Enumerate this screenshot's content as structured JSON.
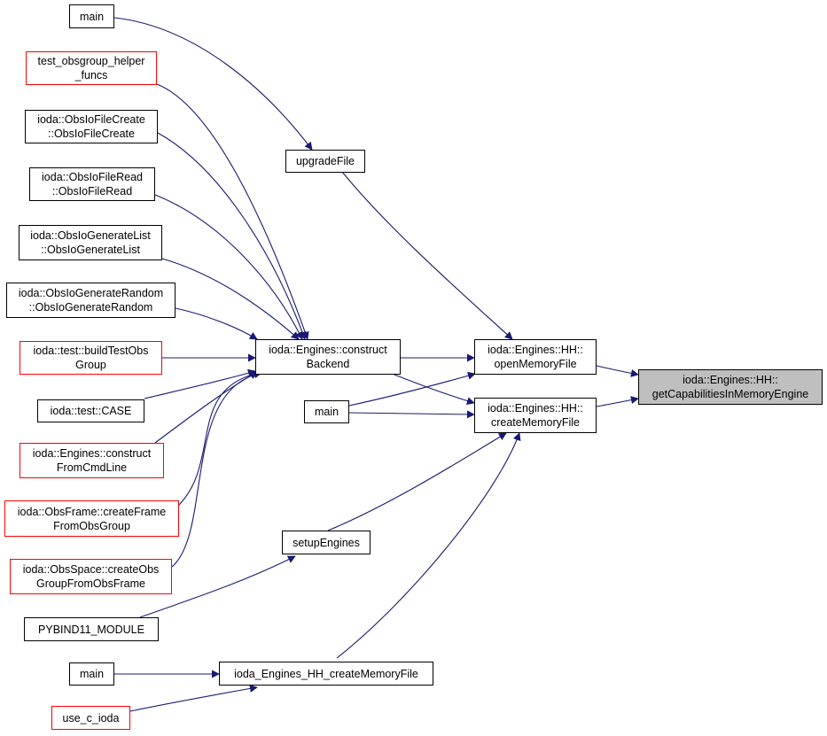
{
  "colors": {
    "edge": "#191970",
    "node_border": "#000000",
    "truncated_border": "#ff0000",
    "focus_fill": "#bfbfbf"
  },
  "nodes": {
    "main_top": [
      "main"
    ],
    "test_obsgroup": [
      "test_obsgroup_helper",
      "_funcs"
    ],
    "obsiofilecreate": [
      "ioda::ObsIoFileCreate",
      "::ObsIoFileCreate"
    ],
    "obsiofileread": [
      "ioda::ObsIoFileRead",
      "::ObsIoFileRead"
    ],
    "obsiogeneratelist": [
      "ioda::ObsIoGenerateList",
      "::ObsIoGenerateList"
    ],
    "obsiogeneraterandom": [
      "ioda::ObsIoGenerateRandom",
      "::ObsIoGenerateRandom"
    ],
    "buildtestobs": [
      "ioda::test::buildTestObs",
      "Group"
    ],
    "test_case": [
      "ioda::test::CASE"
    ],
    "construct_cmdline": [
      "ioda::Engines::construct",
      "FromCmdLine"
    ],
    "createframe": [
      "ioda::ObsFrame::createFrame",
      "FromObsGroup"
    ],
    "createobsgroup": [
      "ioda::ObsSpace::createObs",
      "GroupFromObsFrame"
    ],
    "pybind": [
      "PYBIND11_MODULE"
    ],
    "main_bottom": [
      "main"
    ],
    "use_c_ioda": [
      "use_c_ioda"
    ],
    "upgradefile": [
      "upgradeFile"
    ],
    "construct_backend": [
      "ioda::Engines::construct",
      "Backend"
    ],
    "main_mid": [
      "main"
    ],
    "setupengines": [
      "setupEngines"
    ],
    "c_createmem": [
      "ioda_Engines_HH_createMemoryFile"
    ],
    "openmem": [
      "ioda::Engines::HH::",
      "openMemoryFile"
    ],
    "createmem": [
      "ioda::Engines::HH::",
      "createMemoryFile"
    ],
    "getcaps": [
      "ioda::Engines::HH::",
      "getCapabilitiesInMemoryEngine"
    ]
  },
  "edges": [
    [
      "main_top",
      "upgradefile"
    ],
    [
      "test_obsgroup",
      "construct_backend"
    ],
    [
      "obsiofilecreate",
      "construct_backend"
    ],
    [
      "obsiofileread",
      "construct_backend"
    ],
    [
      "obsiogeneratelist",
      "construct_backend"
    ],
    [
      "obsiogeneraterandom",
      "construct_backend"
    ],
    [
      "buildtestobs",
      "construct_backend"
    ],
    [
      "test_case",
      "construct_backend"
    ],
    [
      "construct_cmdline",
      "construct_backend"
    ],
    [
      "createframe",
      "construct_backend"
    ],
    [
      "createobsgroup",
      "construct_backend"
    ],
    [
      "upgradefile",
      "openmem"
    ],
    [
      "construct_backend",
      "openmem"
    ],
    [
      "construct_backend",
      "createmem"
    ],
    [
      "main_mid",
      "openmem"
    ],
    [
      "main_mid",
      "createmem"
    ],
    [
      "setupengines",
      "createmem"
    ],
    [
      "c_createmem",
      "createmem"
    ],
    [
      "pybind",
      "setupengines"
    ],
    [
      "main_bottom",
      "c_createmem"
    ],
    [
      "use_c_ioda",
      "c_createmem"
    ],
    [
      "openmem",
      "getcaps"
    ],
    [
      "createmem",
      "getcaps"
    ]
  ]
}
